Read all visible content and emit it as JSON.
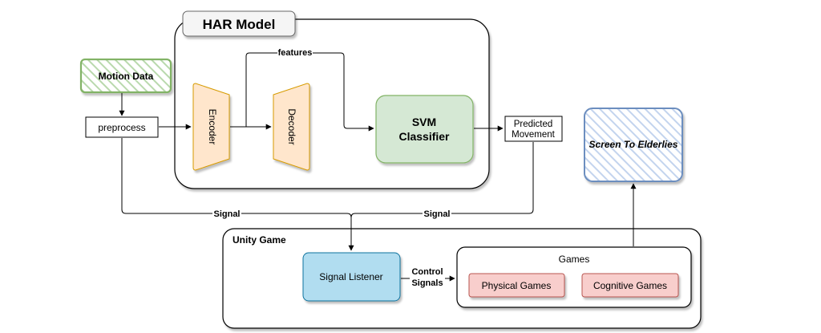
{
  "har_model": {
    "title": "HAR Model"
  },
  "motion_data": {
    "label": "Motion Data"
  },
  "preprocess": {
    "label": "preprocess"
  },
  "encoder": {
    "label": "Encoder"
  },
  "decoder": {
    "label": "Decoder"
  },
  "features": {
    "label": "features"
  },
  "svm": {
    "line1": "SVM",
    "line2": "Classifier"
  },
  "predicted": {
    "line1": "Predicted",
    "line2": "Movement"
  },
  "screen": {
    "label": "Screen To Elderlies"
  },
  "signal_left": {
    "label": "Signal"
  },
  "signal_right": {
    "label": "Signal"
  },
  "unity": {
    "title": "Unity Game"
  },
  "signal_listener": {
    "label": "Signal Listener"
  },
  "control_signals": {
    "line1": "Control",
    "line2": "Signals"
  },
  "games": {
    "title": "Games",
    "physical": "Physical Games",
    "cognitive": "Cognitive Games"
  },
  "colors": {
    "green_border": "#82b366",
    "green_fill": "#d5e8d4",
    "orange_fill": "#ffe6cc",
    "orange_border": "#d79b00",
    "blue_fill": "#b1ddf0",
    "blue_border": "#10739e",
    "hatch_blue": "#dae8fc",
    "hatch_blue_border": "#6c8ebf",
    "red_fill": "#f8cecc",
    "red_border": "#b85450"
  }
}
